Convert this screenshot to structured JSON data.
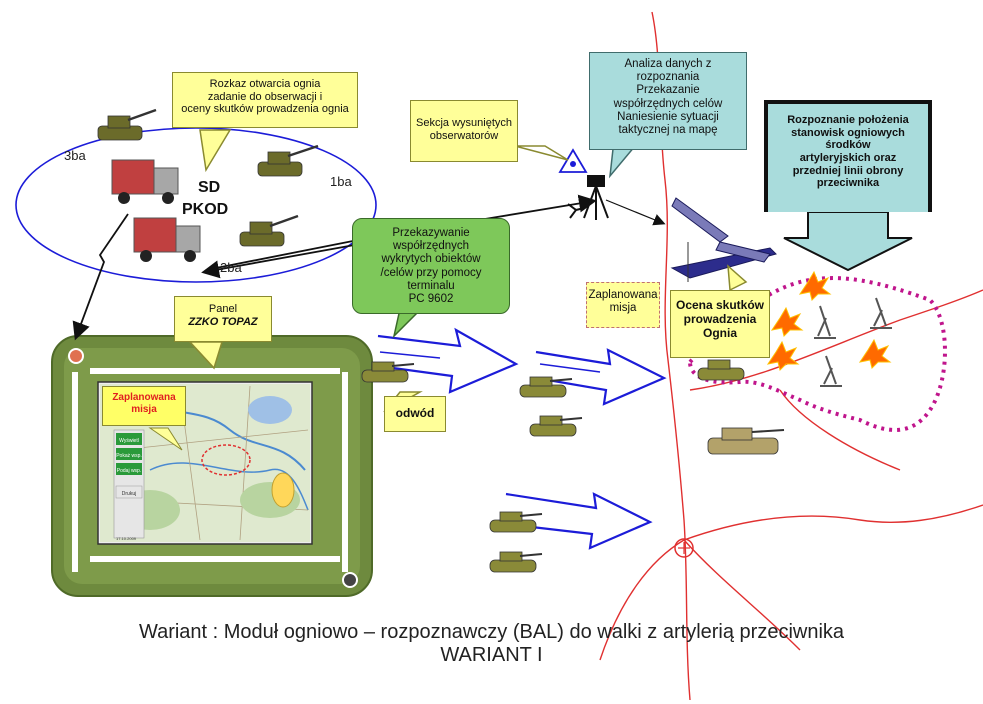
{
  "callouts": {
    "fire_order": [
      "Rozkaz otwarcia ognia",
      "zadanie  do obserwacji i",
      "oceny skutków prowadzenia ognia"
    ],
    "observers": [
      "Sekcja wysuniętych",
      "obserwatorów"
    ],
    "analysis": [
      "Analiza danych z",
      "rozpoznania",
      "Przekazanie",
      "współrzędnych celów",
      "Naniesienie sytuacji",
      "taktycznej na mapę"
    ],
    "recon": [
      "Rozpoznanie położenia",
      "stanowisk ogniowych środków",
      "artyleryjskich oraz",
      "przedniej linii obrony",
      "przeciwnika"
    ],
    "transfer": [
      "Przekazywanie",
      "współrzędnych",
      "wykrytych obiektów",
      "/celów przy pomocy",
      "terminalu",
      "PC 9602"
    ],
    "panel": [
      "Panel",
      "ZZKO TOPAZ"
    ],
    "planned_mission": [
      "Zaplanowana",
      "misja"
    ],
    "assessment": [
      "Ocena skutków",
      "prowadzenia",
      "Ognia"
    ],
    "reserve": "odwód",
    "map_mission": [
      "Zaplanowana",
      "misja"
    ]
  },
  "labels": {
    "ba3": "3ba",
    "ba1": "1ba",
    "ba2": "2ba",
    "sd": "SD",
    "pkod": "PKOD"
  },
  "map_buttons": [
    "Wyświetl",
    "Pokaż wsp.",
    "Podaj wsp.",
    "Drukuj"
  ],
  "map_footer": "17.10.2009",
  "caption": {
    "line1": "Wariant : Moduł ogniowo – rozpoznawczy (BAL) do walki z artylerią przeciwnika",
    "line2": "WARIANT I"
  },
  "colors": {
    "callout_yellow": "#ffff99",
    "callout_cyan": "#a9dcdc",
    "callout_green": "#7ec85a",
    "panel_green": "#6e8a3e",
    "arrow_blue": "#1c1cd8",
    "road_red": "#e03030",
    "enemy_line": "#c0158c"
  }
}
